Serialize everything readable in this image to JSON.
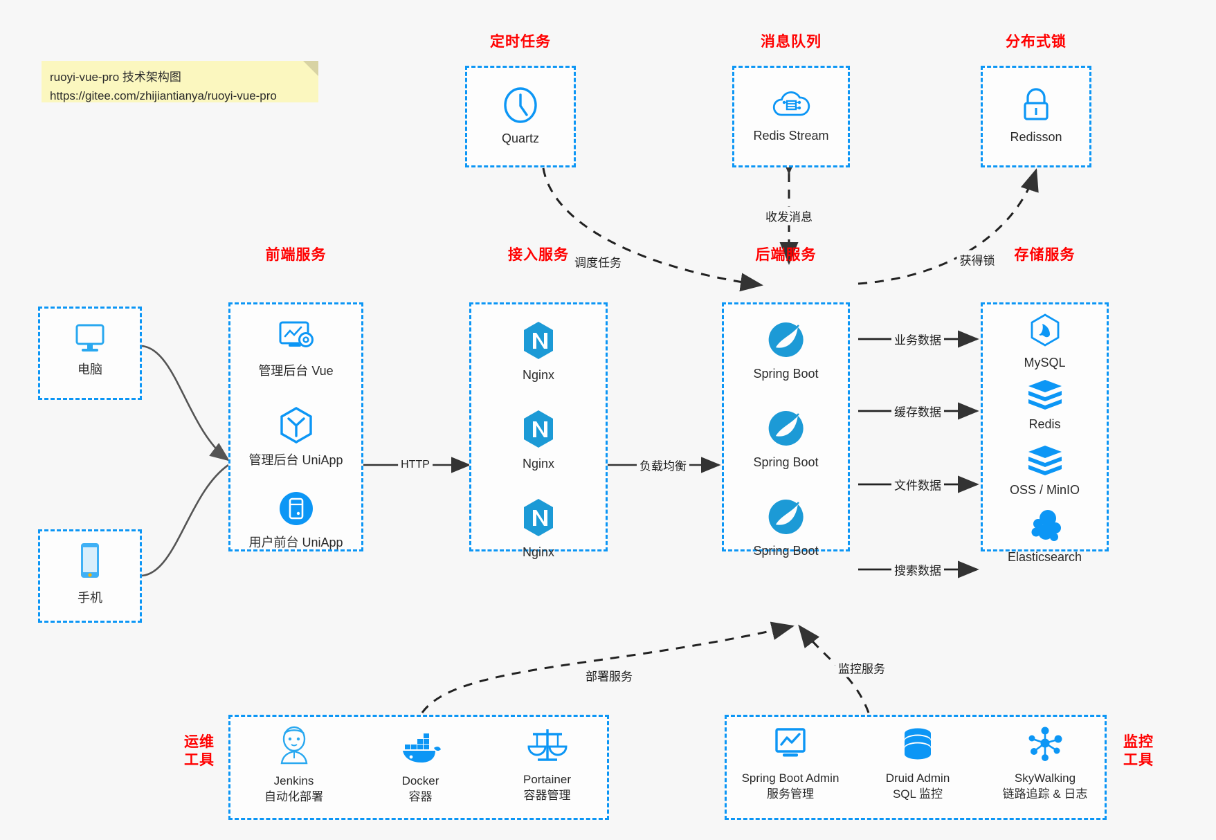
{
  "note": {
    "line1": "ruoyi-vue-pro 技术架构图",
    "line2": "https://gitee.com/zhijiantianya/ruoyi-vue-pro"
  },
  "colors": {
    "accent_blue": "#0c96f5",
    "heading_red": "#ff0000",
    "background": "#f7f7f7",
    "note_yellow": "#fbf7bf",
    "edge_gray": "#4d4d4d"
  },
  "groups": {
    "scheduled_tasks": {
      "title": "定时任务"
    },
    "message_queue": {
      "title": "消息队列"
    },
    "distributed_lock": {
      "title": "分布式锁"
    },
    "frontend": {
      "title": "前端服务"
    },
    "access": {
      "title": "接入服务"
    },
    "backend": {
      "title": "后端服务"
    },
    "storage": {
      "title": "存储服务"
    },
    "ops_tools": {
      "title_line1": "运维",
      "title_line2": "工具"
    },
    "monitor_tools": {
      "title_line1": "监控",
      "title_line2": "工具"
    }
  },
  "clients": [
    {
      "label": "电脑",
      "icon": "desktop-monitor-icon"
    },
    {
      "label": "手机",
      "icon": "mobile-phone-icon"
    }
  ],
  "scheduled_tasks": {
    "nodes": [
      {
        "label": "Quartz",
        "icon": "clock-icon"
      }
    ]
  },
  "message_queue": {
    "nodes": [
      {
        "label": "Redis Stream",
        "icon": "cloud-network-icon"
      }
    ]
  },
  "distributed_lock": {
    "nodes": [
      {
        "label": "Redisson",
        "icon": "lock-icon"
      }
    ]
  },
  "frontend": {
    "nodes": [
      {
        "label": "管理后台 Vue",
        "icon": "dashboard-gear-icon"
      },
      {
        "label": "管理后台 UniApp",
        "icon": "hexagon-cube-icon"
      },
      {
        "label": "用户前台 UniApp",
        "icon": "app-circle-icon"
      }
    ]
  },
  "access": {
    "nodes": [
      {
        "label": "Nginx",
        "icon": "nginx-icon"
      },
      {
        "label": "Nginx",
        "icon": "nginx-icon"
      },
      {
        "label": "Nginx",
        "icon": "nginx-icon"
      }
    ]
  },
  "backend": {
    "nodes": [
      {
        "label": "Spring Boot",
        "icon": "spring-boot-icon"
      },
      {
        "label": "Spring Boot",
        "icon": "spring-boot-icon"
      },
      {
        "label": "Spring Boot",
        "icon": "spring-boot-icon"
      }
    ]
  },
  "storage": {
    "nodes": [
      {
        "label": "MySQL",
        "icon": "mysql-icon"
      },
      {
        "label": "Redis",
        "icon": "redis-icon"
      },
      {
        "label": "OSS / MinIO",
        "icon": "redis-icon"
      },
      {
        "label": "Elasticsearch",
        "icon": "elasticsearch-icon"
      }
    ]
  },
  "ops_tools": {
    "nodes": [
      {
        "name": "Jenkins",
        "desc": "自动化部署",
        "icon": "jenkins-icon"
      },
      {
        "name": "Docker",
        "desc": "容器",
        "icon": "docker-whale-icon"
      },
      {
        "name": "Portainer",
        "desc": "容器管理",
        "icon": "scales-balance-icon"
      }
    ]
  },
  "monitor_tools": {
    "nodes": [
      {
        "name": "Spring Boot Admin",
        "desc": "服务管理",
        "icon": "monitor-chart-icon"
      },
      {
        "name": "Druid Admin",
        "desc": "SQL 监控",
        "icon": "database-cylinder-icon"
      },
      {
        "name": "SkyWalking",
        "desc": "链路追踪 & 日志",
        "icon": "network-nodes-icon"
      }
    ]
  },
  "edges": [
    {
      "id": "http",
      "label": "HTTP"
    },
    {
      "id": "load-balance",
      "label": "负载均衡"
    },
    {
      "id": "schedule-task",
      "label": "调度任务"
    },
    {
      "id": "send-receive-message",
      "label": "收发消息"
    },
    {
      "id": "acquire-lock",
      "label": "获得锁"
    },
    {
      "id": "business-data",
      "label": "业务数据"
    },
    {
      "id": "cache-data",
      "label": "缓存数据"
    },
    {
      "id": "file-data",
      "label": "文件数据"
    },
    {
      "id": "search-data",
      "label": "搜索数据"
    },
    {
      "id": "deploy-service",
      "label": "部署服务"
    },
    {
      "id": "monitor-service",
      "label": "监控服务"
    }
  ]
}
